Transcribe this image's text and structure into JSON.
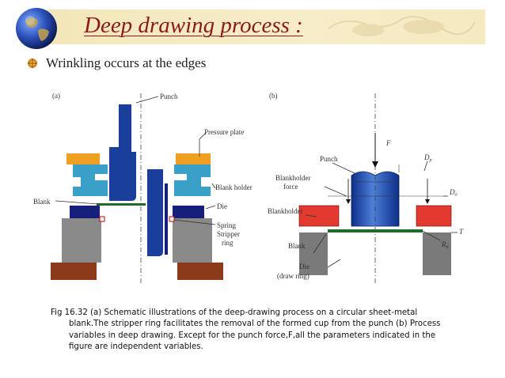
{
  "slide": {
    "title": "Deep drawing process :",
    "bullet": "Wrinkling occurs at the edges"
  },
  "figure": {
    "panel_a": {
      "label": "(a)",
      "callouts": {
        "punch": "Punch",
        "pressure_plate": "Pressure plate",
        "blank_holder": "Blank holder",
        "die": "Die",
        "blank": "Blank",
        "spring_line1": "Spring",
        "spring_line2": "Stripper",
        "spring_line3": "ring"
      }
    },
    "panel_b": {
      "label": "(b)",
      "callouts": {
        "punch": "Punch",
        "force": "F",
        "dp": "D",
        "dp_sub": "p",
        "d0": "D",
        "d0_sub": "0",
        "blankholder_force_line1": "Blankholder",
        "blankholder_force_line2": "force",
        "blankholder": "Blankholder",
        "blank": "Blank",
        "die_line1": "Die",
        "die_line2": "(draw ring)",
        "thickness": "T",
        "rd": "R",
        "rd_sub": "d"
      }
    },
    "colors": {
      "punch_blue": "#1a3f9a",
      "blank_holder_cyan": "#3aa0c8",
      "pressure_plate_orange": "#f0a020",
      "die_navy": "#16207a",
      "die_gray": "#8a8a8a",
      "base_brown": "#8b3a1a",
      "blankholder_red": "#e23a2e",
      "blank_green": "#1f6b2a"
    }
  },
  "caption": {
    "line1": "Fig 16.32 (a) Schematic illustrations of the deep-drawing process on a circular sheet-metal",
    "line2": "blank.The stripper ring facilitates the removal of the formed cup from the punch (b) Process",
    "line3": "variables in deep drawing. Except for the punch force,F,all the parameters indicated in the",
    "line4": "figure are independent variables."
  }
}
